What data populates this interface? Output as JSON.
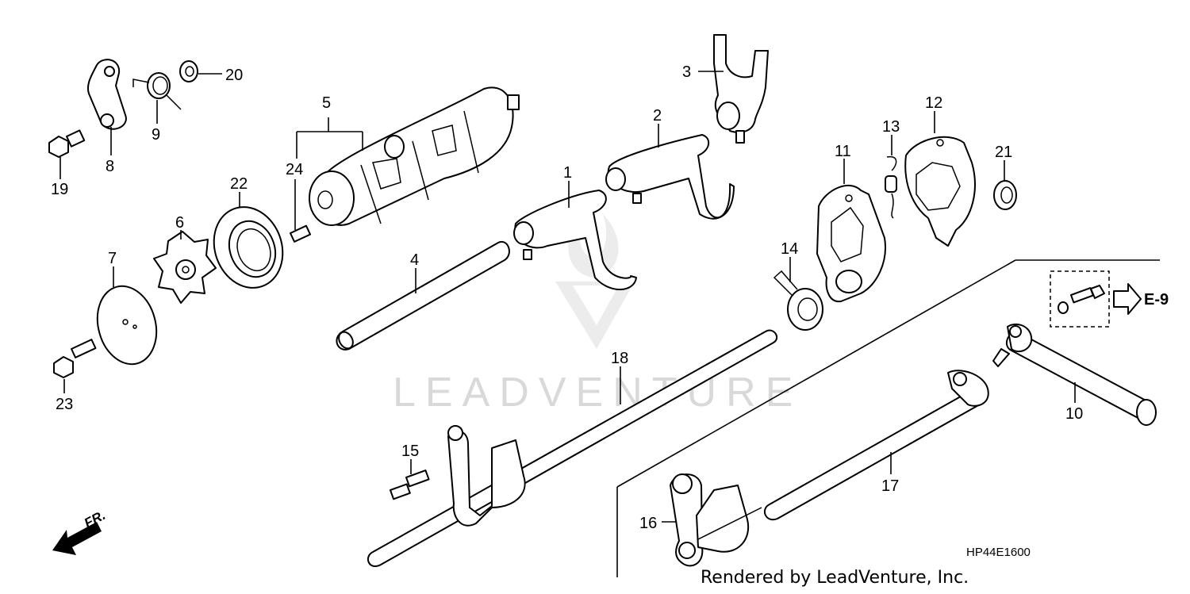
{
  "labels": {
    "p1": "1",
    "p2": "2",
    "p3": "3",
    "p4": "4",
    "p5": "5",
    "p6": "6",
    "p7": "7",
    "p8": "8",
    "p9": "9",
    "p10": "10",
    "p11": "11",
    "p12": "12",
    "p13": "13",
    "p14": "14",
    "p15": "15",
    "p16": "16",
    "p17": "17",
    "p18": "18",
    "p19": "19",
    "p20": "20",
    "p21": "21",
    "p22": "22",
    "p23": "23",
    "p24": "24"
  },
  "reference": {
    "label": "E-9"
  },
  "front_indicator": {
    "label": "FR."
  },
  "watermark": {
    "text": "LEADVENTURE"
  },
  "diagram_code": "HP44E1600",
  "footer": "Rendered by LeadVenture, Inc."
}
